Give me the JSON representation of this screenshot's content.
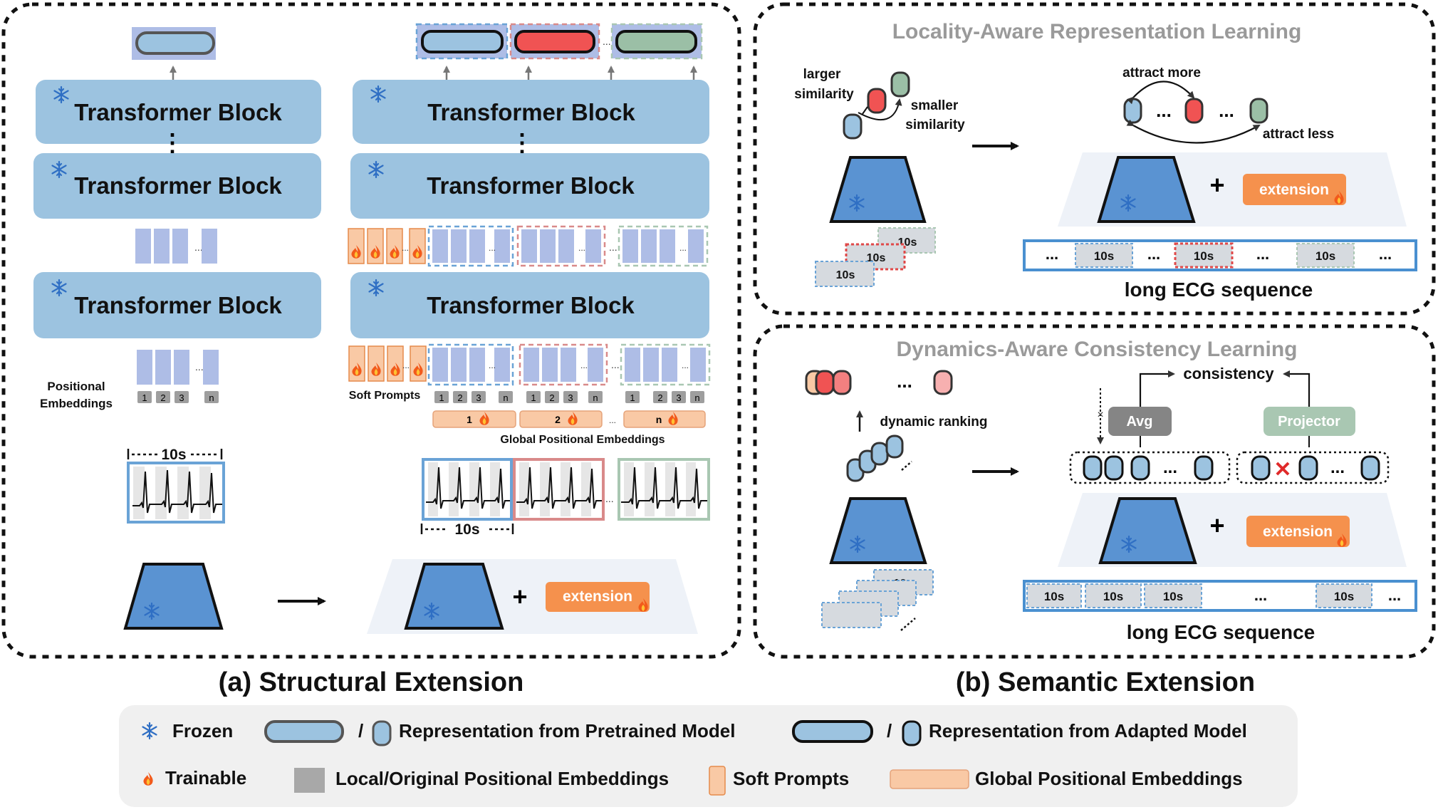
{
  "panel_a": {
    "block_label": "Transformer Block",
    "vdots": "⋮",
    "positional_embeddings": "Positional\nEmbeddings",
    "positional_embeddings_line1": "Positional",
    "positional_embeddings_line2": "Embeddings",
    "soft_prompts": "Soft Prompts",
    "global_pos_embeddings": "Global Positional Embeddings",
    "global_pe_labels": [
      "1",
      "2",
      "n"
    ],
    "pos_indices": [
      "1",
      "2",
      "3",
      "n"
    ],
    "segment_length": "10s",
    "ellipsis": "...",
    "extension": "extension",
    "plus": "+",
    "caption": "(a) Structural Extension"
  },
  "panel_b_top": {
    "title": "Locality-Aware Representation Learning",
    "larger_similarity_1": "larger",
    "larger_similarity_2": "similarity",
    "smaller_similarity_1": "smaller",
    "smaller_similarity_2": "similarity",
    "attract_more": "attract more",
    "attract_less": "attract less",
    "segment_length": "10s",
    "ellipsis": "...",
    "extension": "extension",
    "plus": "+",
    "sequence_label": "long ECG sequence"
  },
  "panel_b_bottom": {
    "title": "Dynamics-Aware Consistency Learning",
    "dynamic_ranking": "dynamic ranking",
    "consistency": "consistency",
    "avg": "Avg",
    "projector": "Projector",
    "segment_length": "10s",
    "ellipsis": "...",
    "extension": "extension",
    "plus": "+",
    "sequence_label": "long ECG sequence"
  },
  "captions": {
    "b": "(b) Semantic Extension"
  },
  "legend": {
    "frozen": "Frozen",
    "trainable": "Trainable",
    "slash": "/",
    "pretrained_rep": "Representation from Pretrained Model",
    "adapted_rep": "Representation from Adapted Model",
    "local_pe": "Local/Original Positional Embeddings",
    "soft_prompts": "Soft Prompts",
    "global_pe": "Global Positional Embeddings"
  },
  "icons": {
    "frozen": "snowflake-icon",
    "trainable": "flame-icon"
  },
  "colors": {
    "block_blue": "#9cc3e0",
    "token_blue": "#aebde6",
    "encoder_blue": "#5a93d2",
    "extension_orange": "#f5914d",
    "rep_red": "#f05353",
    "rep_green": "#9bbfa6",
    "seg_blue": "#6aa3d6",
    "seg_red": "#d98a8a",
    "seg_green": "#a9c7b2",
    "prompt_orange": "#f9c9a5",
    "pos_gray": "#9e9e9e",
    "legend_bg": "#f0f0f0"
  }
}
